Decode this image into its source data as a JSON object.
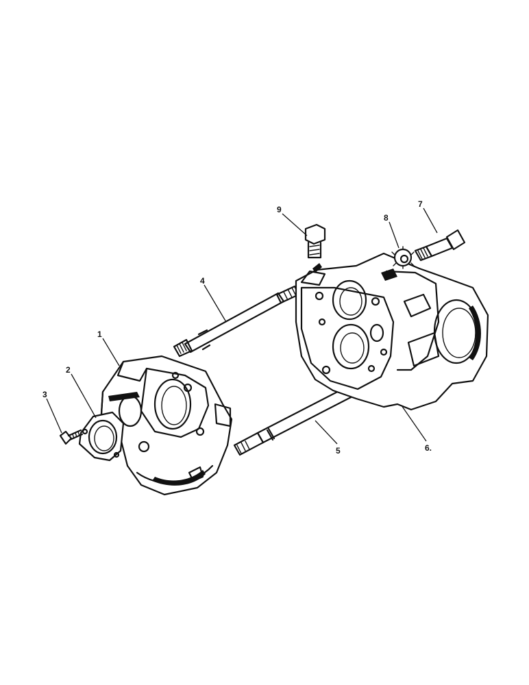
{
  "callouts": [
    {
      "id": "1",
      "label": "1"
    },
    {
      "id": "2",
      "label": "2"
    },
    {
      "id": "3",
      "label": "3"
    },
    {
      "id": "4",
      "label": "4"
    },
    {
      "id": "5",
      "label": "5"
    },
    {
      "id": "6",
      "label": "6."
    },
    {
      "id": "7",
      "label": "7"
    },
    {
      "id": "8",
      "label": "8"
    },
    {
      "id": "9",
      "label": "9"
    }
  ]
}
